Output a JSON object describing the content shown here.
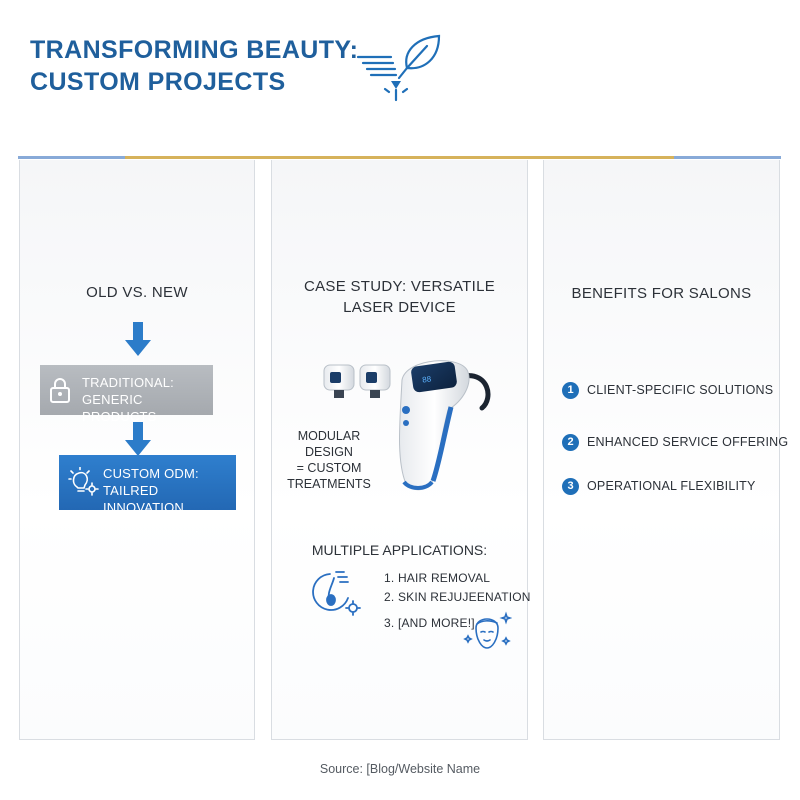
{
  "header": {
    "title_line1": "TRANSFORMING BEAUTY:",
    "title_line2": "CUSTOM PROJECTS",
    "logo_icon": "leaf-laser-icon"
  },
  "colors": {
    "brand_blue": "#1f5f9c",
    "accent_blue": "#2f7fce",
    "gold": "#d6b25b",
    "grey_box": "#a9adb2"
  },
  "panel_old_new": {
    "heading": "OLD VS. NEW",
    "traditional_line1": "TRADITIONAL:",
    "traditional_line2": "GENERIC PRODUCTS",
    "traditional_icon": "lock-icon",
    "custom_line1": "CUSTOM ODM:",
    "custom_line2": "TAILRED INNOVATION",
    "custom_icon": "lightbulb-gear-icon"
  },
  "panel_case_study": {
    "heading_line1": "CASE STUDY: VERSATILE",
    "heading_line2": "LASER DEVICE",
    "modular_line1": "MODULAR DESIGN",
    "modular_line2": "= CUSTOM",
    "modular_line3": "TREATMENTS",
    "applications_heading": "MULTIPLE APPLICATIONS:",
    "applications": [
      "1.  HAIR REMOVAL",
      "2.  SKIN REJUJEENATION",
      "3.  [AND MORE!]"
    ],
    "icons": [
      "laser-device-illustration",
      "hair-follicle-icon",
      "face-sparkle-icon"
    ]
  },
  "panel_benefits": {
    "heading": "BENEFITS FOR SALONS",
    "items": [
      {
        "num": "1",
        "label": "CLIENT-SPECIFIC SOLUTIONS"
      },
      {
        "num": "2",
        "label": "ENHANCED SERVICE OFFERING"
      },
      {
        "num": "3",
        "label": "OPERATIONAL FLEXIBILITY"
      }
    ]
  },
  "footer": {
    "source": "Source: [Blog/Website Name"
  }
}
